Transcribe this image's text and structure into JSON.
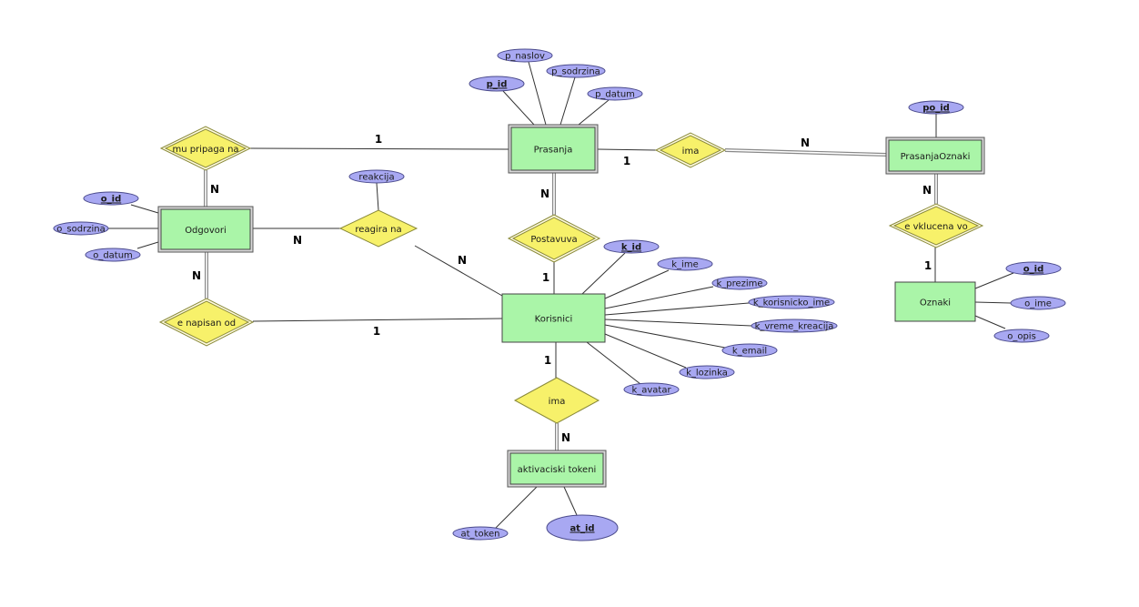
{
  "diagram": {
    "type": "er-diagram",
    "entities": [
      {
        "id": "prasanja",
        "name": "Prasanja",
        "weak": true
      },
      {
        "id": "odgovori",
        "name": "Odgovori",
        "weak": true
      },
      {
        "id": "korisnici",
        "name": "Korisnici",
        "weak": false
      },
      {
        "id": "prasanjaoznaki",
        "name": "PrasanjaOznaki",
        "weak": true
      },
      {
        "id": "oznaki",
        "name": "Oznaki",
        "weak": false
      },
      {
        "id": "aktivaciski",
        "name": "aktivaciski tokeni",
        "weak": true
      }
    ],
    "relationships": [
      {
        "id": "mu_pripaga",
        "name": "mu pripaga na",
        "identifying": true
      },
      {
        "id": "reagira",
        "name": "reagira na",
        "identifying": false
      },
      {
        "id": "postavuva",
        "name": "Postavuva",
        "identifying": true
      },
      {
        "id": "ima_po",
        "name": "ima",
        "identifying": true
      },
      {
        "id": "e_napisan",
        "name": "e napisan od",
        "identifying": true
      },
      {
        "id": "e_vklucena",
        "name": "e vklucena vo",
        "identifying": true
      },
      {
        "id": "ima_at",
        "name": "ima",
        "identifying": false
      }
    ],
    "attributes": [
      {
        "id": "p_naslov",
        "name": "p_naslov",
        "key": false,
        "owner": "prasanja"
      },
      {
        "id": "p_id",
        "name": "p_id",
        "key": true,
        "owner": "prasanja"
      },
      {
        "id": "p_sodrzina",
        "name": "p_sodrzina",
        "key": false,
        "owner": "prasanja"
      },
      {
        "id": "p_datum",
        "name": "p_datum",
        "key": false,
        "owner": "prasanja"
      },
      {
        "id": "po_id",
        "name": "po_id",
        "key": true,
        "owner": "prasanjaoznaki"
      },
      {
        "id": "reakcija",
        "name": "reakcija",
        "key": false,
        "owner": "reagira"
      },
      {
        "id": "o_id",
        "name": "o_id",
        "key": true,
        "owner": "odgovori"
      },
      {
        "id": "o_sodrzina",
        "name": "o_sodrzina",
        "key": false,
        "owner": "odgovori"
      },
      {
        "id": "o_datum",
        "name": "o_datum",
        "key": false,
        "owner": "odgovori"
      },
      {
        "id": "k_id",
        "name": "k_id",
        "key": true,
        "owner": "korisnici"
      },
      {
        "id": "k_ime",
        "name": "k_ime",
        "key": false,
        "owner": "korisnici"
      },
      {
        "id": "k_prezime",
        "name": "k_prezime",
        "key": false,
        "owner": "korisnici"
      },
      {
        "id": "k_korisnicko_ime",
        "name": "k_korisnicko_ime",
        "key": false,
        "owner": "korisnici"
      },
      {
        "id": "k_vreme_kreacija",
        "name": "k_vreme_kreacija",
        "key": false,
        "owner": "korisnici"
      },
      {
        "id": "k_email",
        "name": "k_email",
        "key": false,
        "owner": "korisnici"
      },
      {
        "id": "k_lozinka",
        "name": "k_lozinka",
        "key": false,
        "owner": "korisnici"
      },
      {
        "id": "k_avatar",
        "name": "k_avatar",
        "key": false,
        "owner": "korisnici"
      },
      {
        "id": "oz_id",
        "name": "o_id",
        "key": true,
        "owner": "oznaki"
      },
      {
        "id": "oz_ime",
        "name": "o_ime",
        "key": false,
        "owner": "oznaki"
      },
      {
        "id": "oz_opis",
        "name": "o_opis",
        "key": false,
        "owner": "oznaki"
      },
      {
        "id": "at_token",
        "name": "at_token",
        "key": false,
        "owner": "aktivaciski"
      },
      {
        "id": "at_id",
        "name": "at_id",
        "key": true,
        "owner": "aktivaciski"
      }
    ],
    "links": [
      {
        "from": "mu_pripaga",
        "to": "prasanja",
        "cardinality": "1",
        "total": false
      },
      {
        "from": "mu_pripaga",
        "to": "odgovori",
        "cardinality": "N",
        "total": true
      },
      {
        "from": "reagira",
        "to": "odgovori",
        "cardinality": "N",
        "total": false
      },
      {
        "from": "reagira",
        "to": "korisnici",
        "cardinality": "N",
        "total": false
      },
      {
        "from": "postavuva",
        "to": "prasanja",
        "cardinality": "N",
        "total": true
      },
      {
        "from": "postavuva",
        "to": "korisnici",
        "cardinality": "1",
        "total": false
      },
      {
        "from": "ima_po",
        "to": "prasanja",
        "cardinality": "1",
        "total": false
      },
      {
        "from": "ima_po",
        "to": "prasanjaoznaki",
        "cardinality": "N",
        "total": true
      },
      {
        "from": "e_napisan",
        "to": "odgovori",
        "cardinality": "N",
        "total": true
      },
      {
        "from": "e_napisan",
        "to": "korisnici",
        "cardinality": "1",
        "total": false
      },
      {
        "from": "e_vklucena",
        "to": "prasanjaoznaki",
        "cardinality": "N",
        "total": true
      },
      {
        "from": "e_vklucena",
        "to": "oznaki",
        "cardinality": "1",
        "total": false
      },
      {
        "from": "ima_at",
        "to": "korisnici",
        "cardinality": "1",
        "total": false
      },
      {
        "from": "ima_at",
        "to": "aktivaciski",
        "cardinality": "N",
        "total": true
      }
    ]
  }
}
